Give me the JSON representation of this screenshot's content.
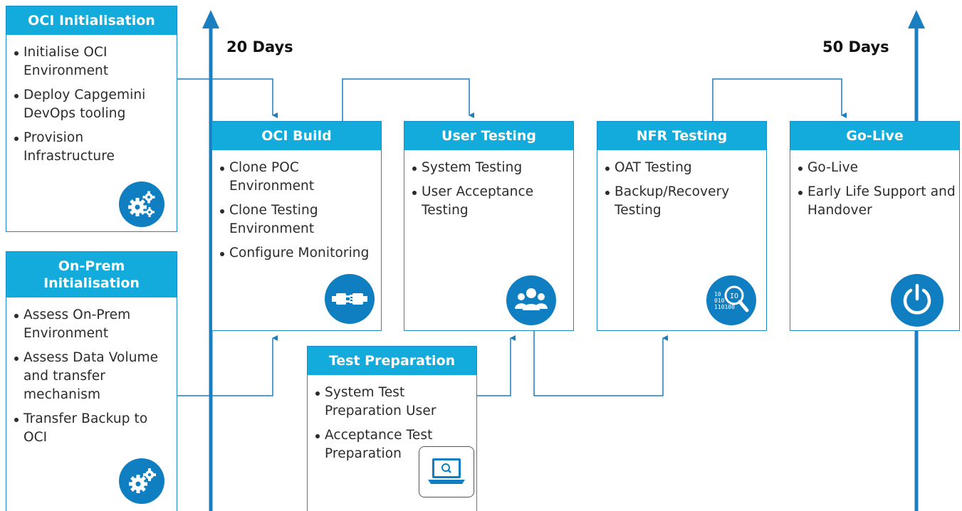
{
  "timeline": {
    "start_label": "20 Days",
    "end_label": "50 Days"
  },
  "oci_init": {
    "title": "OCI Initialisation",
    "items": [
      "Initialise OCI Environment",
      "Deploy Capgemini DevOps tooling",
      "Provision Infrastructure"
    ],
    "icon": "gears-icon"
  },
  "onprem_init": {
    "title": "On-Prem Initialisation",
    "items": [
      "Assess On-Prem Environment",
      "Assess Data Volume and transfer mechanism",
      "Transfer Backup to OCI"
    ],
    "icon": "gears-icon"
  },
  "oci_build": {
    "title": "OCI Build",
    "items": [
      "Clone POC Environment",
      "Clone Testing Environment",
      "Configure Monitoring"
    ],
    "icon": "plug-connect-icon"
  },
  "user_testing": {
    "title": "User Testing",
    "items": [
      "System Testing",
      "User Acceptance Testing"
    ],
    "icon": "users-icon"
  },
  "nfr_testing": {
    "title": "NFR Testing",
    "items": [
      "OAT Testing",
      "Backup/Recovery Testing"
    ],
    "icon": "binary-search-icon"
  },
  "go_live": {
    "title": "Go-Live",
    "items": [
      "Go-Live",
      "Early Life Support and Handover"
    ],
    "icon": "power-icon"
  },
  "test_prep": {
    "title": "Test Preparation",
    "items": [
      "System Test Preparation User",
      "Acceptance Test Preparation"
    ],
    "icon": "laptop-search-icon"
  },
  "colors": {
    "header": "#12abdb",
    "border": "#1a8cc9",
    "connector": "#1a7fc0",
    "icon": "#0f7fc2"
  }
}
